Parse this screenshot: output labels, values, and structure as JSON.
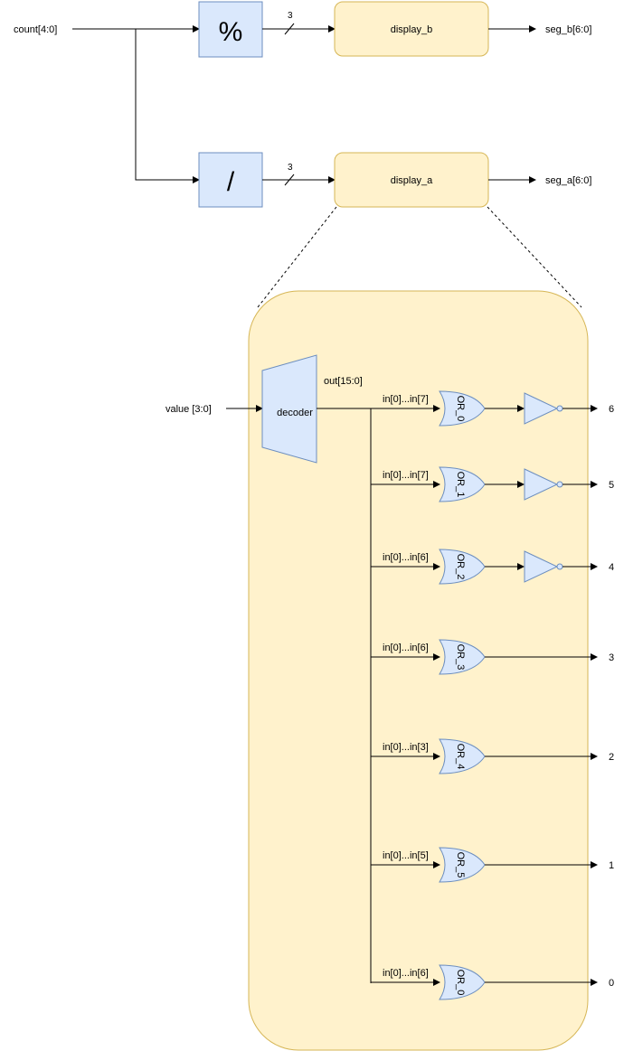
{
  "top": {
    "input": "count[4:0]",
    "mod_op": "%",
    "div_op": "/",
    "bus_width_b": "3",
    "bus_width_a": "3",
    "block_b": "display_b",
    "block_a": "display_a",
    "out_b": "seg_b[6:0]",
    "out_a": "seg_a[6:0]"
  },
  "detail": {
    "input": "value [3:0]",
    "decoder": "decoder",
    "decoder_out": "out[15:0]",
    "rows": [
      {
        "range": "in[0]...in[7]",
        "gate": "OR_0",
        "inverted": true,
        "out": "6"
      },
      {
        "range": "in[0]...in[7]",
        "gate": "OR_1",
        "inverted": true,
        "out": "5"
      },
      {
        "range": "in[0]...in[6]",
        "gate": "OR_2",
        "inverted": true,
        "out": "4"
      },
      {
        "range": "in[0]...in[6]",
        "gate": "OR_3",
        "inverted": false,
        "out": "3"
      },
      {
        "range": "in[0]...in[3]",
        "gate": "OR_4",
        "inverted": false,
        "out": "2"
      },
      {
        "range": "in[0]...in[5]",
        "gate": "OR_5",
        "inverted": false,
        "out": "1"
      },
      {
        "range": "in[0]...in[6]",
        "gate": "OR_0",
        "inverted": false,
        "out": "0"
      }
    ]
  }
}
